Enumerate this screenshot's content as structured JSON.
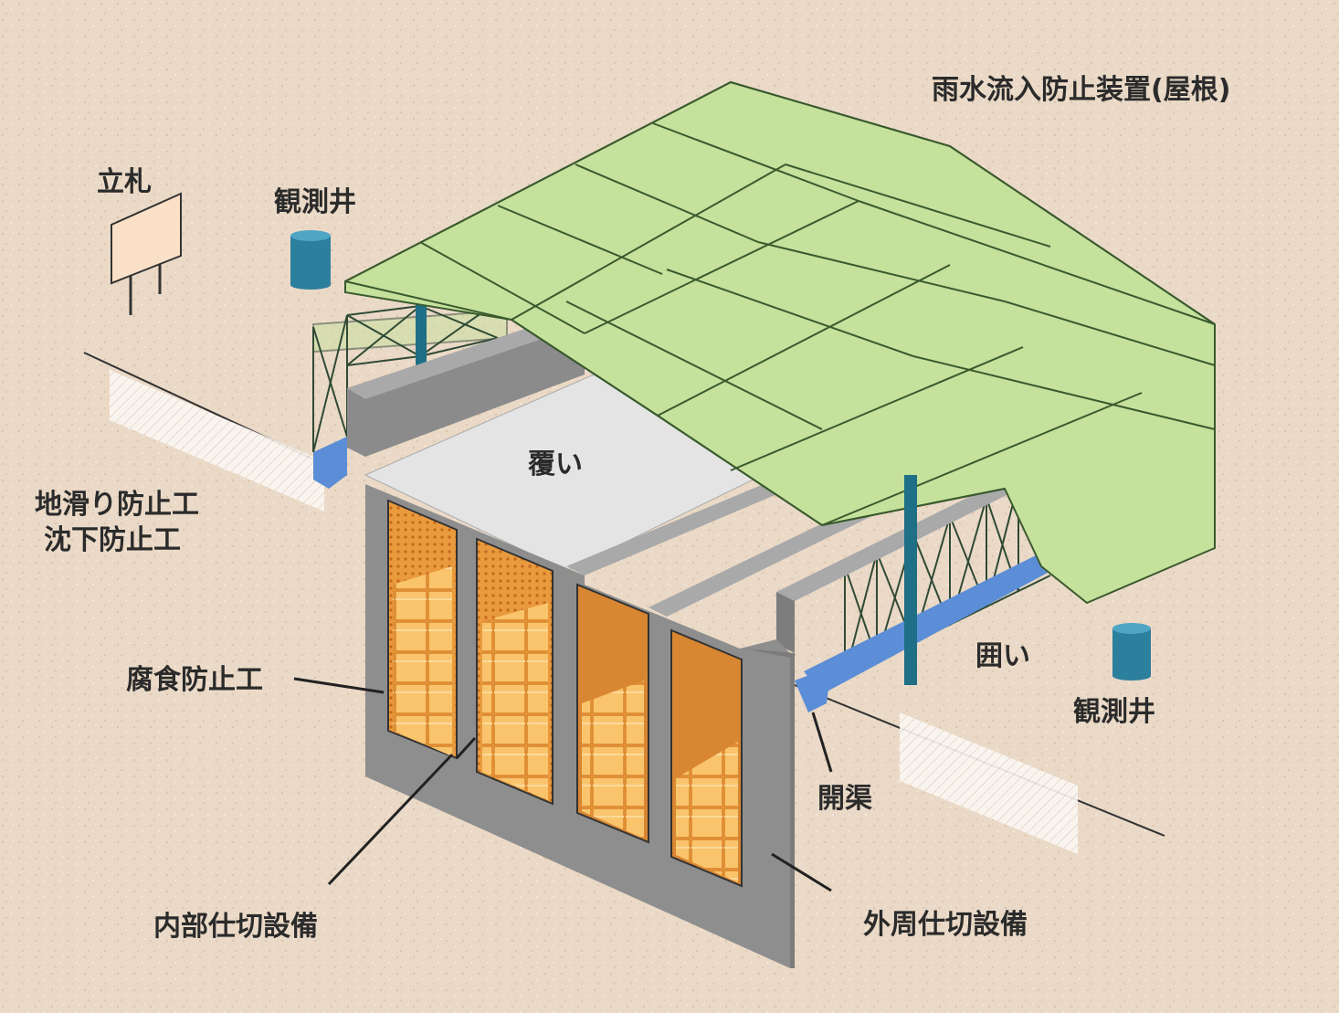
{
  "labels": {
    "rain_roof": "雨水流入防止装置(屋根)",
    "signboard": "立札",
    "well_left": "観測井",
    "cover": "覆い",
    "landslide": "地滑り防止工",
    "subsidence": "沈下防止工",
    "corrosion": "腐食防止工",
    "enclosure": "囲い",
    "well_right": "観測井",
    "ditch": "開渠",
    "inner_partition": "内部仕切設備",
    "outer_partition": "外周仕切設備"
  },
  "colors": {
    "ground": "#ead9c6",
    "roof": "#c5e19c",
    "roof_lines": "#3a5a2e",
    "wall": "#8e8e8e",
    "wall_dark": "#6f6f6f",
    "cover": "#e6e6e6",
    "cells": "#f4a640",
    "well": "#2d7f9e",
    "water": "#5b8ed6"
  }
}
